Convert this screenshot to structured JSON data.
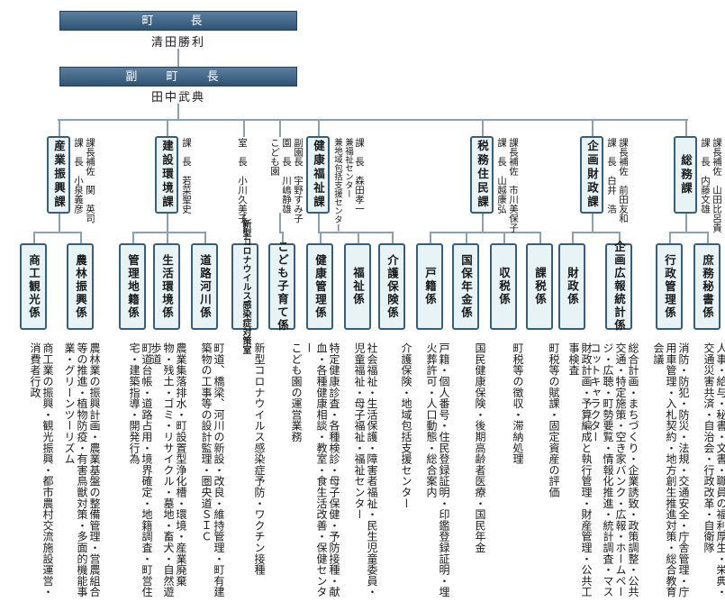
{
  "top": {
    "mayor_title": "町　長",
    "mayor_name": "清田勝利",
    "vice_title": "副 町 長",
    "vice_name": "田中武典"
  },
  "departments": [
    {
      "name": "産業振興課",
      "staff": [
        "課　長　小泉義彦",
        "課長補佐　関　英司"
      ]
    },
    {
      "name": "建設環境課",
      "staff": [
        "課　長　若菜聖史"
      ]
    },
    {
      "name": "",
      "staff": [
        "室　長　小川久美子"
      ]
    },
    {
      "name": "",
      "staff": [
        "こども園",
        "園　長　川嶋静雄",
        "副園長　宇野すみ子"
      ]
    },
    {
      "name": "健康福祉課",
      "staff": [
        "兼地域包括支援センター",
        "兼福祉センター",
        "課　長　森田孝一"
      ]
    },
    {
      "name": "税務住民課",
      "staff": [
        "課　長　山越康弘",
        "課長補佐　市川美保子"
      ]
    },
    {
      "name": "企画財政課",
      "staff": [
        "課　長　白井　浩",
        "課長補佐　前田友和"
      ]
    },
    {
      "name": "総務課",
      "staff": [
        "課　長　内藤文雄",
        "課長補佐　山田比呂貴"
      ]
    }
  ],
  "sections": [
    {
      "name": "商工観光係",
      "duty": "商工業の振興・観光振興・都市農村交流施設運営・消費者行政"
    },
    {
      "name": "農林振興係",
      "duty": "農林業の振興計画・農業基盤の整備管理・営農組合等の推進・植物防疫・有害鳥獣対策・多面的機能事業・グリーンツーリズム"
    },
    {
      "name": "管理地籍係",
      "duty": "町道台帳・道路占用・境界確定・地籍調査・町営住宅・建築指導・開発行為"
    },
    {
      "name": "生活環境係",
      "duty": "農業集落排水・町設置型浄化槽・環境・産業廃棄物・残土・ゴミ・リサイクル・墓地・畜犬・自然遊歩道"
    },
    {
      "name": "道路河川係",
      "duty": "町道、橋梁、河川の新設・改良・維持管理・町有建築物の工事等の設計監理・圏央道ＳＩＣ"
    },
    {
      "name": "新型コロナウイルス感染症対策室",
      "duty": "新型コロナウイルス感染症予防・ワクチン接種"
    },
    {
      "name": "こども子育て係",
      "duty": "こども園の運営業務"
    },
    {
      "name": "健康管理係",
      "duty": "特定健康診査・各種検診・母子保健・予防接種・献血・各種健康相談・教室・食生活改善・保健センター"
    },
    {
      "name": "福祉係",
      "duty": "社会福祉・生活保護・障害者福祉・民生児童委員・児童福祉・母子福祉・福祉センター"
    },
    {
      "name": "介護保険係",
      "duty": "介護保険・地域包括支援センター"
    },
    {
      "name": "戸籍係",
      "duty": "戸籍・個人番号・住民登録証明・印鑑登録証明・埋火葬許可・人口動態・総合案内"
    },
    {
      "name": "国保年金係",
      "duty": "国民健康保険・後期高齢者医療・国民年金"
    },
    {
      "name": "収税係",
      "duty": "町税等の徴収・滞納処理"
    },
    {
      "name": "課税係",
      "duty": "町税等の賦課・固定資産の評価"
    },
    {
      "name": "財政係",
      "duty": "財政計画・予算編成と執行管理・財産管理・公共工事検査"
    },
    {
      "name": "企画広報統計係",
      "duty": "総合計画・まちづくり・企業誘致・政策調整・公共交通・特定施策・空き家バンク・広報・ホームページ・広聴・町勢要覧・情報化推進・統計調査・マスコットキャラクター"
    },
    {
      "name": "行政管理係",
      "duty": "消防・防犯・防災・法規・交通安全・庁舎管理・庁用車管理・入札契約・地方創生推進対策・総合教育会議"
    },
    {
      "name": "庶務秘書係",
      "duty": "人事・給与・秘書・文書・職員の福利厚生・栄典・交通災害共済・自治会・行政改革・自衛隊"
    }
  ],
  "colors": {
    "box_fill": "#e8f3f6",
    "box_border": "#35607d",
    "top_fill": "#2e5373",
    "line": "#8aa0b4"
  }
}
